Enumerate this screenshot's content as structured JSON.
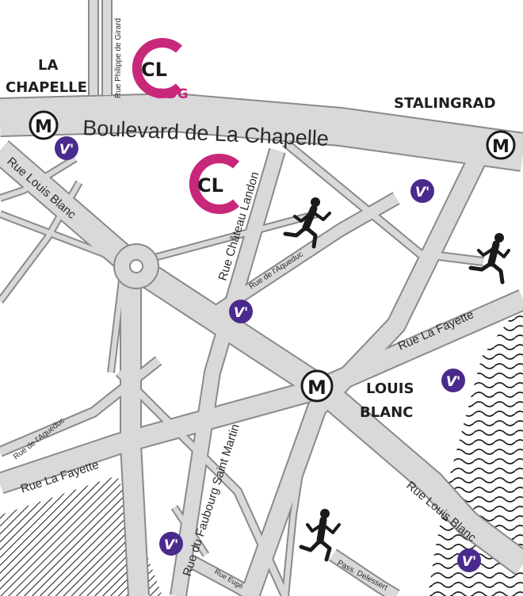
{
  "map": {
    "districts": {
      "la_chapelle_1": "LA",
      "la_chapelle_2": "CHAPELLE",
      "stalingrad": "STALINGRAD",
      "louis_blanc_1": "LOUIS",
      "louis_blanc_2": "BLANC"
    },
    "streets": {
      "boulevard_de_la_chapelle": "Boulevard de La Chapelle",
      "rue_philippe_de_girard": "Rue Philippe de Girard",
      "rue_louis_blanc": "Rue Louis Blanc",
      "rue_chateau_landon": "Rue Château Landon",
      "rue_de_l_aqueduc": "Rue de l'Aqueduc",
      "rue_la_fayette": "Rue La Fayette",
      "rue_du_faubourg_saint_martin": "Rue du Faubourg Saint Martin",
      "rue_eugene": "Rue Eugè",
      "pass_delessert": "Pass. Delessert"
    },
    "metro_label": "M",
    "velib_label": "V'",
    "logo_main": "CL",
    "logo_sub": "PDG",
    "colors": {
      "road": "#d9d9d9",
      "road_edge": "#8a8a8a",
      "metro_ring": "#1a1a1a",
      "velib": "#4a2a8c",
      "logo": "#c8287a"
    },
    "icons": [
      "metro-icon",
      "velib-icon",
      "runner-icon",
      "cl-logo"
    ]
  }
}
